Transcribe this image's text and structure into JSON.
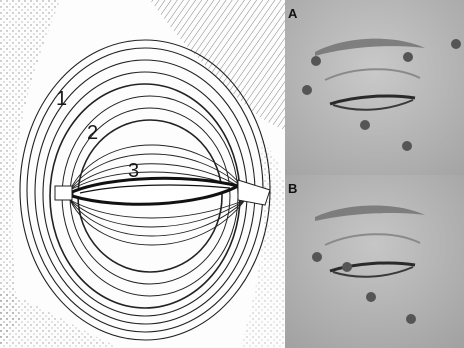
{
  "anatomy_labels": [
    "1",
    "2",
    "3"
  ],
  "panel_labels": {
    "a": "A",
    "b": "B"
  },
  "colors": {
    "line": "#222222",
    "photo_skin": "#b8b8b8",
    "dot": "#555555"
  }
}
